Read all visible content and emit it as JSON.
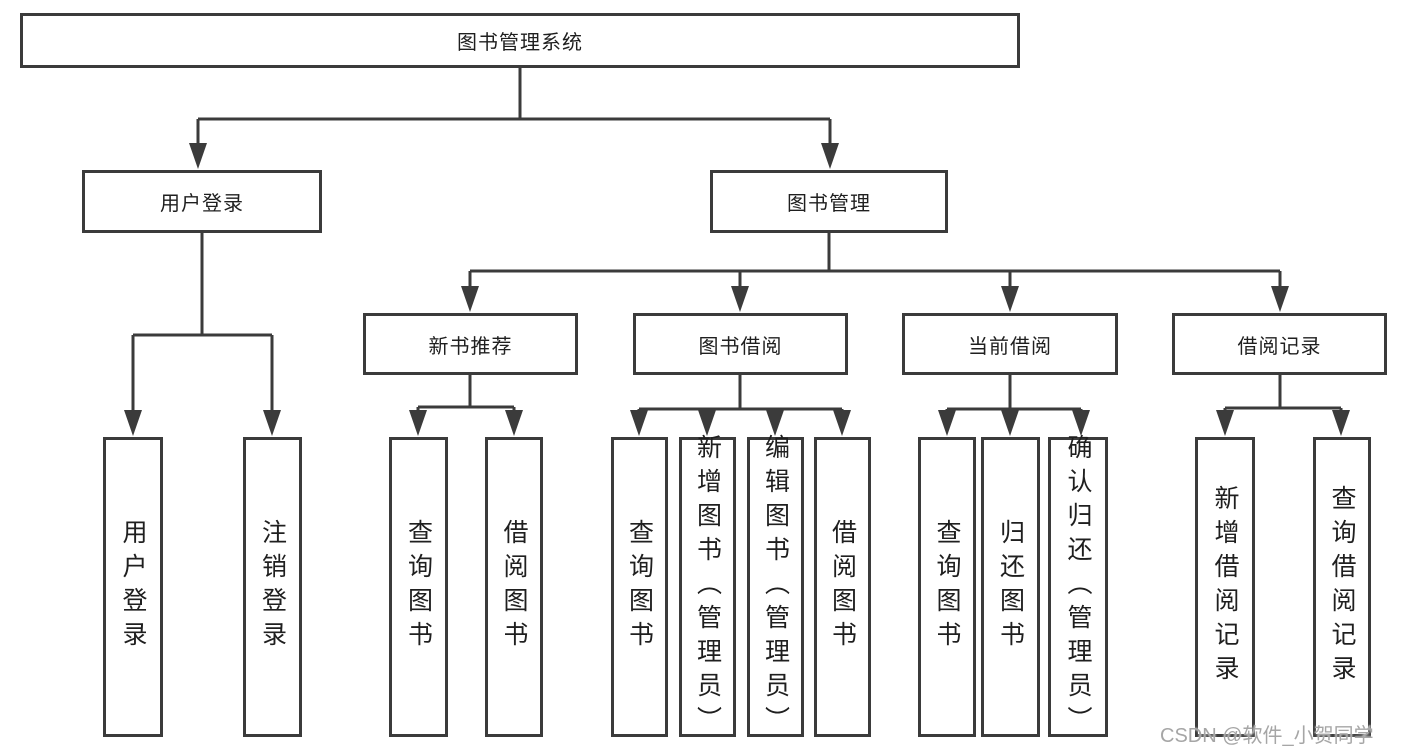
{
  "diagram": {
    "title": "图书管理系统",
    "root": {
      "label": "图书管理系统"
    },
    "level2": [
      {
        "label": "用户登录"
      },
      {
        "label": "图书管理"
      }
    ],
    "level3": [
      {
        "label": "新书推荐"
      },
      {
        "label": "图书借阅"
      },
      {
        "label": "当前借阅"
      },
      {
        "label": "借阅记录"
      }
    ],
    "leaves": {
      "user_login": [
        "用户登录",
        "注销登录"
      ],
      "new_rec": [
        "查询图书",
        "借阅图书"
      ],
      "borrow": [
        "查询图书",
        "新增图书（管理员）",
        "编辑图书（管理员）",
        "借阅图书"
      ],
      "current": [
        "查询图书",
        "归还图书",
        "确认归还（管理员）"
      ],
      "record": [
        "新增借阅记录",
        "查询借阅记录"
      ]
    },
    "colors": {
      "line": "#3b3b3b",
      "text": "#1f1f1f",
      "watermark": "#a6a6a6"
    },
    "watermark": "CSDN @软件_小贺同学"
  }
}
